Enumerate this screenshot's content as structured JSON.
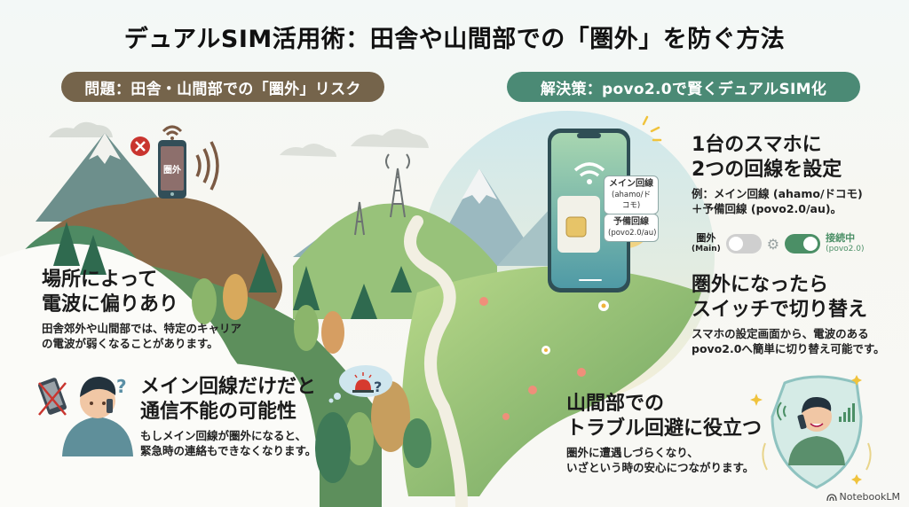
{
  "header": {
    "title": "デュアルSIM活用術：田舎や山間部での「圏外」を防ぐ方法"
  },
  "sections": {
    "problem_label": "問題：田舎・山間部での「圏外」リスク",
    "solution_label": "解決策：povo2.0で賢くデュアルSIM化"
  },
  "problem": {
    "phone_screen_text": "圏外",
    "items": [
      {
        "heading_line1": "場所によって",
        "heading_line2": "電波に偏りあり",
        "body_line1": "田舎郊外や山間部では、特定のキャリア",
        "body_line2": "の電波が弱くなることがあります。"
      },
      {
        "heading_line1": "メイン回線だけだと",
        "heading_line2": "通信不能の可能性",
        "body_line1": "もしメイン回線が圏外になると、",
        "body_line2": "緊急時の連絡もできなくなります。"
      }
    ],
    "question_mark": "?"
  },
  "solution": {
    "phone_labels": [
      {
        "title": "メイン回線",
        "sub": "(ahamo/ドコモ)"
      },
      {
        "title": "予備回線",
        "sub": "(povo2.0/au)"
      }
    ],
    "items": [
      {
        "heading_line1": "1台のスマホに",
        "heading_line2": "2つの回線を設定",
        "body_line1": "例：メイン回線 (ahamo/ドコモ)",
        "body_line2": "＋予備回線 (povo2.0/au)。"
      },
      {
        "heading_line1": "圏外になったら",
        "heading_line2": "スイッチで切り替え",
        "body_line1": "スマホの設定画面から、電波のある",
        "body_line2": "povo2.0へ簡単に切り替え可能です。"
      },
      {
        "heading_line1": "山間部での",
        "heading_line2": "トラブル回避に役立つ",
        "body_line1": "圏外に遭遇しづらくなり、",
        "body_line2": "いざという時の安心につながります。"
      }
    ],
    "toggle": {
      "off_label": "圏外",
      "off_sub": "(Main)",
      "on_label": "接続中",
      "on_sub": "(povo2.0)",
      "gear_glyph": "⚙"
    }
  },
  "footer": {
    "brand": "NotebookLM"
  },
  "colors": {
    "problem_pill": "#75644b",
    "solution_pill": "#4b8a75",
    "toggle_on": "#4b8f66",
    "toggle_off": "#cfcfcf",
    "alert_red": "#c9352f"
  }
}
